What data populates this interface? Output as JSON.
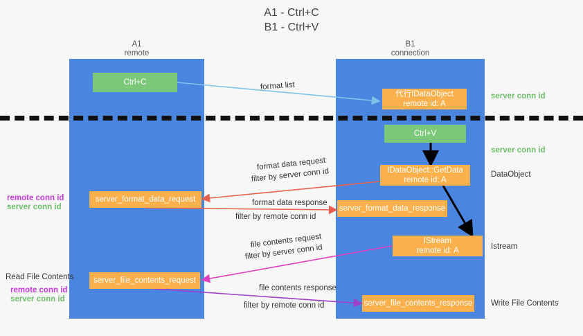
{
  "title": {
    "line1": "A1 - Ctrl+C",
    "line2": "B1 - Ctrl+V"
  },
  "columns": [
    {
      "name": "A1",
      "sub": "remote"
    },
    {
      "name": "B1",
      "sub": "connection"
    }
  ],
  "boxes": {
    "ctrl_c": "Ctrl+C",
    "ctrl_v": "Ctrl+V",
    "proxy_dataobject_l1": "代行IDataObject",
    "proxy_dataobject_l2": "remote id: A",
    "getdata_l1": "IDataObject::GetData",
    "getdata_l2": "remote id: A",
    "istream_l1": "IStream",
    "istream_l2": "remote id: A",
    "server_format_data_request": "server_format_data_request",
    "server_format_data_response": "server_format_data_response",
    "server_file_contents_request": "server_file_contents_request",
    "server_file_contents_response": "server_file_contents_response"
  },
  "right_labels": {
    "server_conn_id_1": "server conn id",
    "server_conn_id_2": "server conn id",
    "dataobject": "DataObject",
    "istream": "Istream",
    "write_file_contents": "Write File Contents"
  },
  "left_labels": {
    "remote_conn_id_1": "remote conn id",
    "server_conn_id_1": "server conn id",
    "read_file_contents": "Read File Contents",
    "remote_conn_id_2": "remote conn id",
    "server_conn_id_2": "server conn id"
  },
  "edges": {
    "format_list": "format list",
    "format_data_request": "format data request",
    "format_data_request_filter_prefix": "filter by ",
    "format_data_request_filter_value": "server conn id",
    "format_data_response": "format data response",
    "format_data_response_filter_prefix": "filter by ",
    "format_data_response_filter_value": "remote conn id",
    "file_contents_request": "file contents request",
    "file_contents_request_filter_prefix": "filter by ",
    "file_contents_request_filter_value": "server conn id",
    "file_contents_response": "file contents response",
    "file_contents_response_filter_prefix": "filter by ",
    "file_contents_response_filter_value": "remote conn id"
  },
  "colors": {
    "lane": "#4a86e0",
    "green_box": "#7ac878",
    "orange_box": "#fbb04c",
    "server_conn_id": "#6fbf6c",
    "remote_conn_id": "#c23bd6",
    "arrow_blue": "#7ec4e8",
    "arrow_red": "#e8604c",
    "arrow_magenta": "#e040c0",
    "arrow_purple": "#a040c8",
    "arrow_black": "#000000",
    "background": "#f7f7f7"
  }
}
